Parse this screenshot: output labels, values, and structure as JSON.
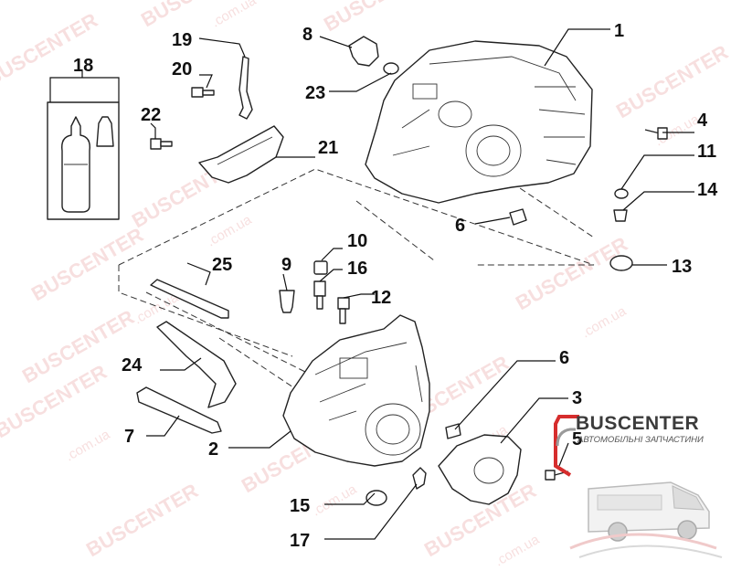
{
  "watermark": {
    "brand": "BUSCENTER",
    "domain": ".com.ua"
  },
  "brand_logo": {
    "name": "BUSCENTER",
    "tagline": "АВТОМОБІЛЬНІ ЗАПЧАСТИНИ",
    "accent_color": "#d62d2d"
  },
  "callouts": {
    "c1": "1",
    "c2": "2",
    "c3": "3",
    "c4": "4",
    "c5": "5",
    "c6a": "6",
    "c6b": "6",
    "c7": "7",
    "c8": "8",
    "c9": "9",
    "c10": "10",
    "c11": "11",
    "c12": "12",
    "c13": "13",
    "c14": "14",
    "c15": "15",
    "c16": "16",
    "c17": "17",
    "c18": "18",
    "c19": "19",
    "c20": "20",
    "c21": "21",
    "c22": "22",
    "c23": "23",
    "c24": "24",
    "c25": "25"
  }
}
